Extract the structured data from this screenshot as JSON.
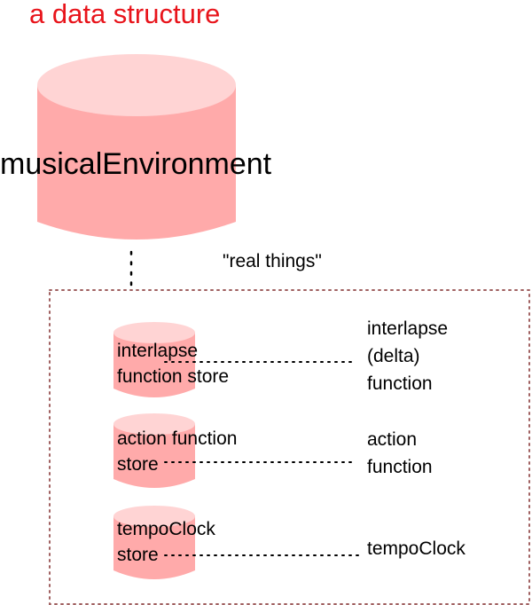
{
  "title": "a data structure",
  "main_store": {
    "label": "musicalEnvironment"
  },
  "real_things_label": "\"real things\"",
  "colors": {
    "title": "#e8141b",
    "cylinder_body": "#ffaaaa",
    "cylinder_top": "#ffd4d4",
    "dotted_line": "#000000",
    "box_border": "#a06060"
  },
  "stores": [
    {
      "label_line1": "interlapse",
      "label_line2": "function store",
      "thing_lines": [
        "interlapse",
        "(delta)",
        "function"
      ]
    },
    {
      "label_line1": "action function",
      "label_line2": "store",
      "thing_lines": [
        "action",
        "function"
      ]
    },
    {
      "label_line1": "tempoClock",
      "label_line2": "store",
      "thing_lines": [
        "tempoClock"
      ]
    }
  ]
}
